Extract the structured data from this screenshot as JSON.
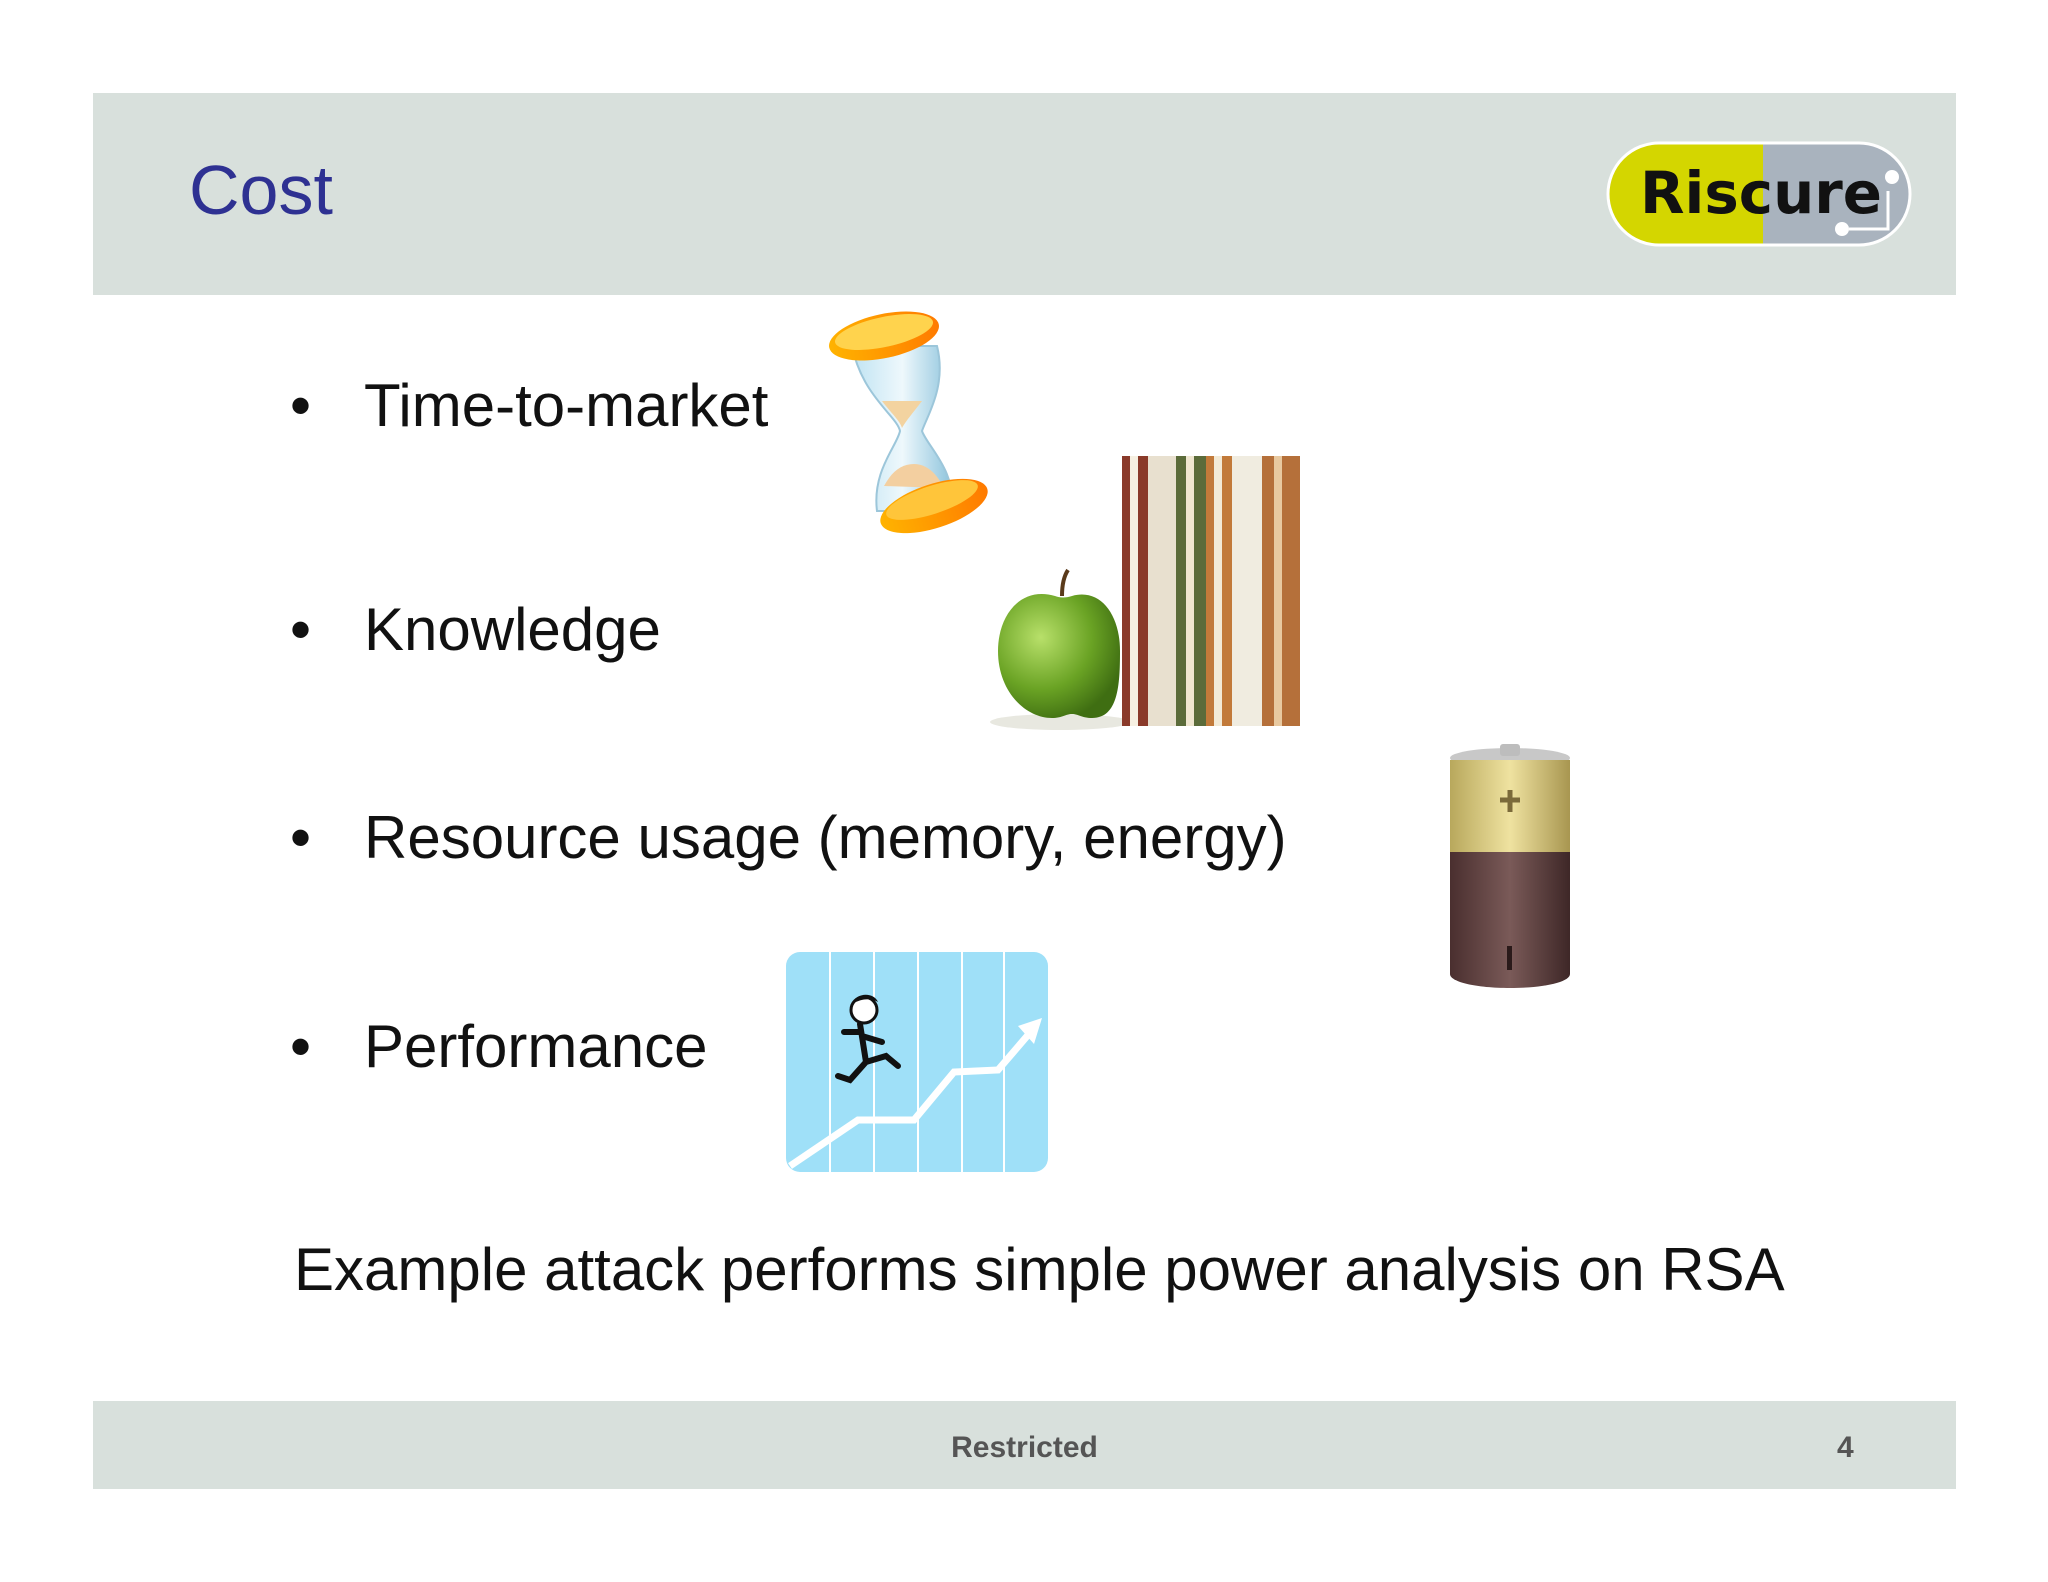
{
  "slide": {
    "title": "Cost",
    "logo_text": "Riscure",
    "bullet_symbol": "•",
    "bullets": [
      {
        "label": "Time-to-market",
        "icon": "hourglass-icon"
      },
      {
        "label": "Knowledge",
        "icon": "apple-books-icon"
      },
      {
        "label": "Resource usage (memory, energy)",
        "icon": "battery-icon"
      },
      {
        "label": "Performance",
        "icon": "running-chart-icon"
      }
    ],
    "tagline": "Example attack performs simple power analysis on RSA"
  },
  "footer": {
    "label": "Restricted",
    "page_number": "4"
  },
  "colors": {
    "band": "#d8e0dc",
    "title": "#2e3192",
    "logo_yellow": "#d4d600",
    "logo_grey": "#a9b3be"
  }
}
